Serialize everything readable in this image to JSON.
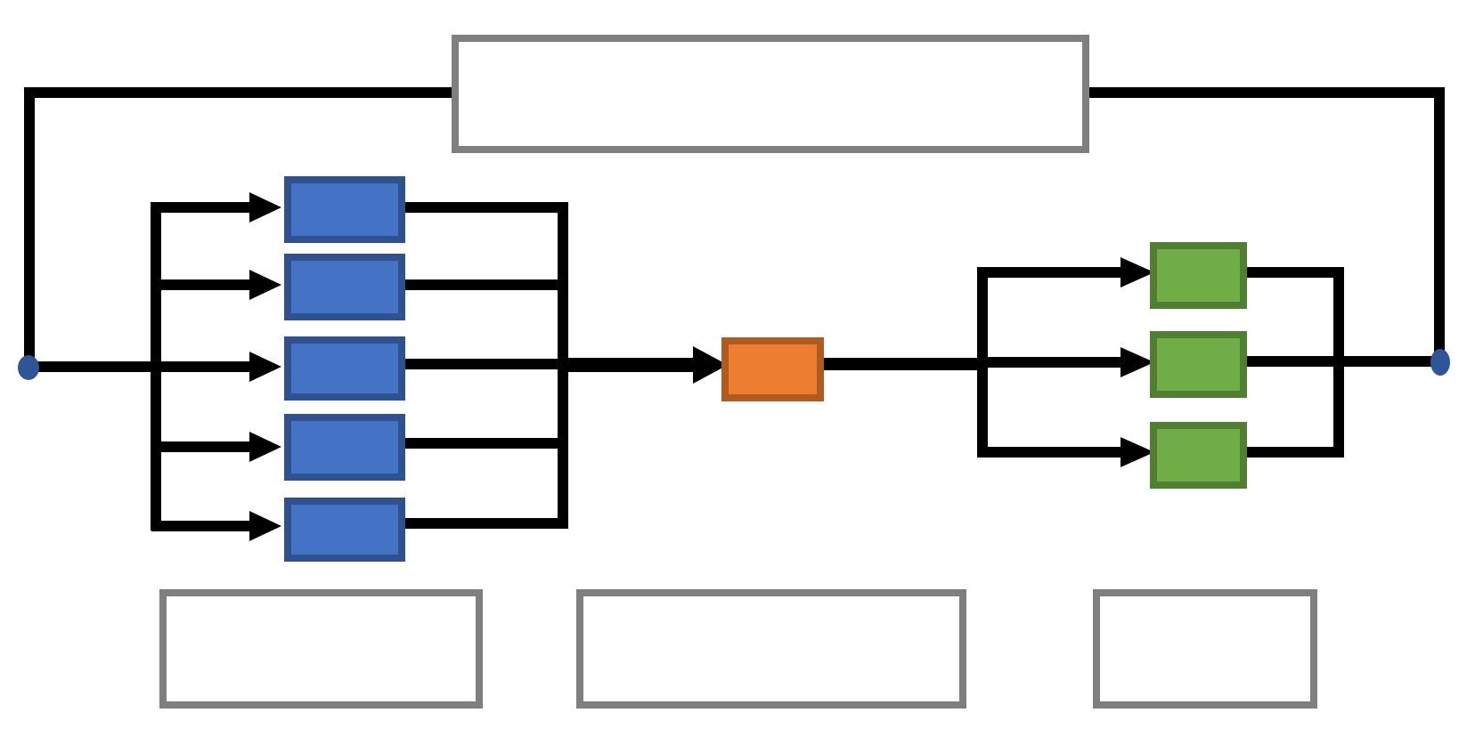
{
  "diagram": {
    "type": "flow-diagram",
    "colors": {
      "connector": "#000000",
      "endpoint": "#2F5597",
      "input_fill": "#4472C4",
      "input_border": "#2F528F",
      "process_fill": "#ED7D31",
      "process_border": "#AE5A21",
      "output_fill": "#70AD47",
      "output_border": "#507E32",
      "label_box_border": "#7F7F7F",
      "background": "#FFFFFF"
    },
    "label_boxes": [
      {
        "id": "top",
        "text": ""
      },
      {
        "id": "bottom-left",
        "text": ""
      },
      {
        "id": "bottom-middle",
        "text": ""
      },
      {
        "id": "bottom-right",
        "text": ""
      }
    ],
    "input_nodes": [
      {
        "id": "input-1",
        "text": ""
      },
      {
        "id": "input-2",
        "text": ""
      },
      {
        "id": "input-3",
        "text": ""
      },
      {
        "id": "input-4",
        "text": ""
      },
      {
        "id": "input-5",
        "text": ""
      }
    ],
    "process_nodes": [
      {
        "id": "process-1",
        "text": ""
      }
    ],
    "output_nodes": [
      {
        "id": "output-1",
        "text": ""
      },
      {
        "id": "output-2",
        "text": ""
      },
      {
        "id": "output-3",
        "text": ""
      }
    ],
    "endpoints": [
      {
        "id": "start"
      },
      {
        "id": "end"
      }
    ]
  }
}
